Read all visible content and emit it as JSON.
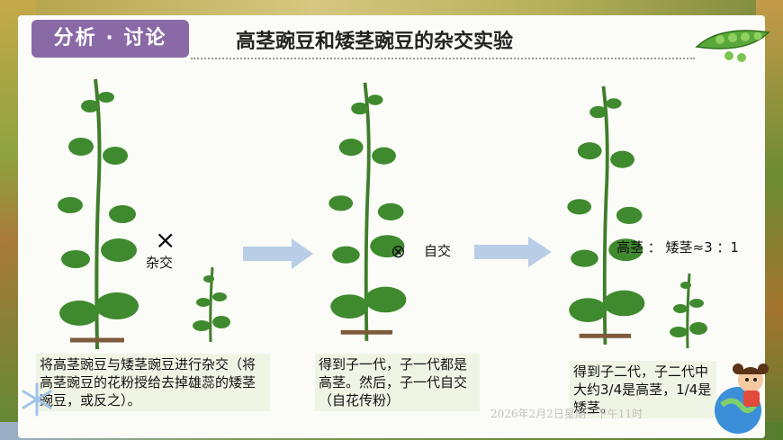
{
  "header": {
    "tag": "分析 · 讨论",
    "title": "高茎豌豆和矮茎豌豆的杂交实验"
  },
  "diagram": {
    "cross_symbol": "×",
    "cross_label": "杂交",
    "self_symbol": "⊗",
    "self_label": "自交",
    "ratio_text": "高茎 ： 矮茎≈3 ：1",
    "captions": [
      "将高茎豌豆与矮茎豌豆进行杂交（将高茎豌豆的花粉授给去掉雄蕊的矮茎豌豆，或反之）。",
      "得到子一代，子一代都是高茎。然后，子一代自交（自花传粉）",
      "得到子二代，子二代中大约3/4是高茎，1/4是矮茎。"
    ]
  },
  "footer": {
    "watermark": "2026年2月2日星期一下午11时"
  },
  "icons": {
    "pea_pod": "pea-pod-icon",
    "snowflake": "snowflake-icon",
    "mascot": "cartoon-girl-globe-icon"
  },
  "colors": {
    "tag_bg": "#8a6aa6",
    "arrow": "#b9cde6",
    "plant_leaf": "#3f8a2e",
    "card_bg": "#fbfcf7"
  }
}
